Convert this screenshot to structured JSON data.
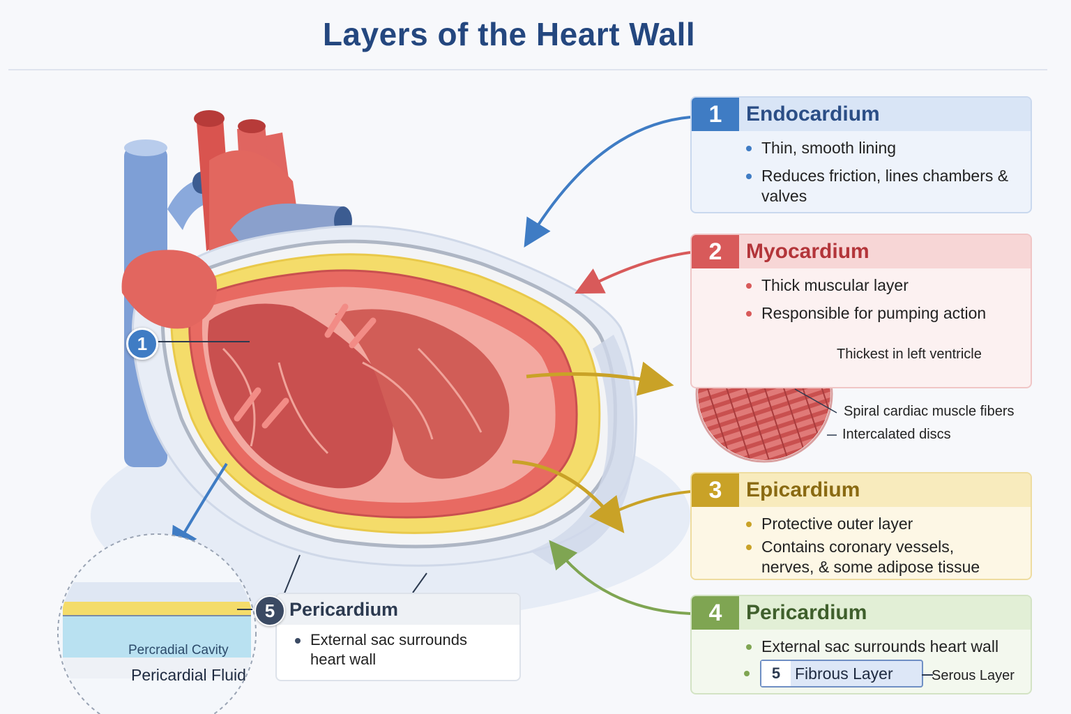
{
  "title": "Layers of the Heart Wall",
  "colors": {
    "endocardium": "#3f7cc4",
    "myocardium": "#d85a5a",
    "epicardium": "#c9a227",
    "pericardium": "#7fa552",
    "pericardium_callout": "#3b4a63"
  },
  "panels": {
    "endocardium": {
      "number": "1",
      "title": "Endocardium",
      "bullets": [
        "Thin, smooth lining",
        "Reduces friction, lines chambers & valves"
      ]
    },
    "myocardium": {
      "number": "2",
      "title": "Myocardium",
      "bullets": [
        "Thick muscular layer",
        "Responsible for pumping action"
      ],
      "detail_labels": [
        "Thickest in left ventricle",
        "Spiral cardiac muscle fibers",
        "Intercalated discs"
      ]
    },
    "epicardium": {
      "number": "3",
      "title": "Epicardium",
      "bullets": [
        "Protective outer layer",
        "Contains coronary vessels, nerves, & some adipose tissue"
      ]
    },
    "pericardium": {
      "number": "4",
      "title": "Pericardium",
      "bullets": [
        "External sac surrounds heart wall"
      ],
      "fibrous_number": "5",
      "fibrous_label": "Fibrous Layer",
      "serous_label": "Serous Layer"
    }
  },
  "callout": {
    "number": "5",
    "title": "Pericardium",
    "bullets": [
      "External sac surrounds heart wall"
    ]
  },
  "heart_marker": "1",
  "inset": {
    "cavity_label": "Percradial Cavity",
    "fluid_label": "Pericardial Fluid"
  }
}
